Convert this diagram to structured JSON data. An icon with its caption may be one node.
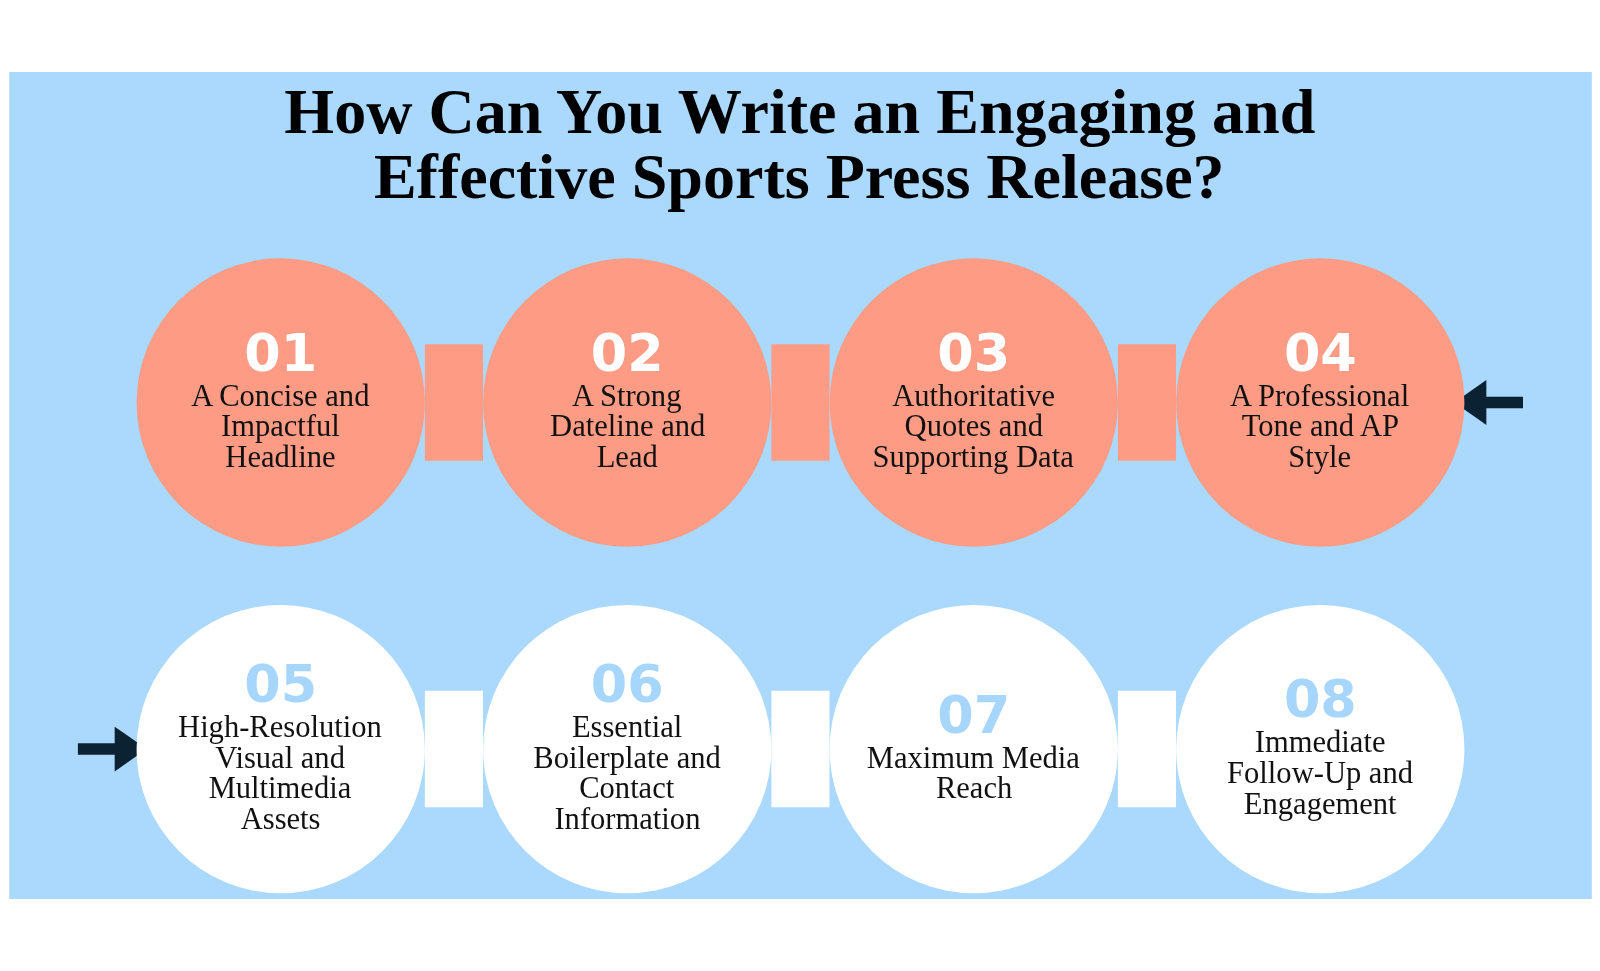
{
  "diagram": {
    "title": "How Can You Write an Engaging and Effective Sports Press Release?",
    "nodes": [
      {
        "text": [
          "01",
          "A Concise and Impactful Headline"
        ]
      },
      {
        "text": [
          "02",
          "A Strong Dateline and Lead"
        ]
      },
      {
        "text": [
          "03",
          "Authoritative Quotes and Supporting Data"
        ]
      },
      {
        "text": [
          "04",
          "A Professional Tone and AP Style"
        ]
      },
      {
        "text": [
          "05",
          "High-Resolution Visual and Multimedia Assets"
        ]
      },
      {
        "text": [
          "06",
          "Essential Boilerplate and Contact Information"
        ]
      },
      {
        "text": [
          "07",
          "Maximum Media Reach"
        ]
      },
      {
        "text": [
          "08",
          "Immediate Follow-Up and Engagement"
        ]
      }
    ],
    "edges": [
      {
        "from": 0,
        "to": 1,
        "arrow": "none",
        "color": "#fd9b85"
      },
      {
        "from": 1,
        "to": 2,
        "arrow": "none",
        "color": "#fd9b85"
      },
      {
        "from": 2,
        "to": 3,
        "arrow": "none",
        "color": "#fd9b85"
      },
      {
        "from": 4,
        "to": 5,
        "arrow": "none",
        "color": "#ffffff"
      },
      {
        "from": 5,
        "to": 6,
        "arrow": "none",
        "color": "#ffffff"
      },
      {
        "from": 6,
        "to": 7,
        "arrow": "none",
        "color": "#ffffff"
      },
      {
        "from": null,
        "to": 3,
        "arrow": "to",
        "color": "#0b2233"
      },
      {
        "from": null,
        "to": 4,
        "arrow": "to",
        "color": "#0b2233"
      }
    ]
  }
}
